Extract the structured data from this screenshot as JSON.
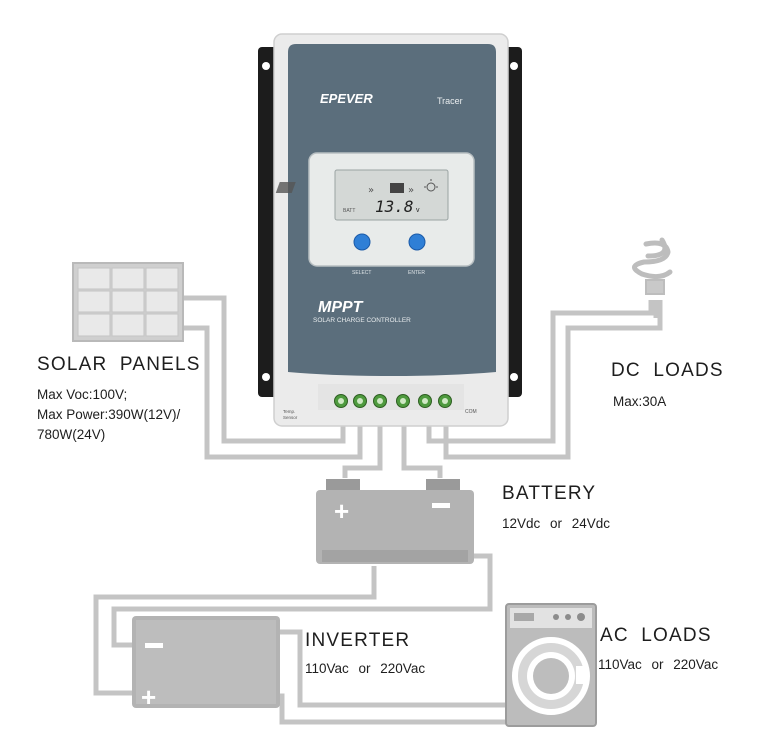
{
  "controller": {
    "brand": "EPEVER",
    "model": "Tracer",
    "lcd_voltage": "13.8",
    "lcd_unit": "v",
    "lcd_batt": "BATT",
    "select_label": "SELECT",
    "enter_label": "ENTER",
    "mppt": "MPPT",
    "subtitle": "SOLAR CHARGE CONTROLLER",
    "temp_label_1": "Temp.",
    "temp_label_2": "Sensor",
    "com_label": "COM"
  },
  "solar_panels": {
    "title": "SOLAR PANELS",
    "line1": "Max Voc:100V;",
    "line2": "Max Power:390W(12V)/",
    "line3": "780W(24V)"
  },
  "dc_loads": {
    "title": "DC LOADS",
    "line1": "Max:30A"
  },
  "battery": {
    "title": "BATTERY",
    "line1": "12Vdc or 24Vdc"
  },
  "inverter": {
    "title": "INVERTER",
    "line1": "110Vac or 220Vac"
  },
  "ac_loads": {
    "title": "AC LOADS",
    "line1": "110Vac or 220Vac"
  },
  "colors": {
    "front_panel": "#5b6e7c",
    "wire": "#c6c6c6",
    "terminal_green": "#4e9a3e",
    "button_blue": "#2f7fd6",
    "lcd": "#d4d8d6"
  }
}
